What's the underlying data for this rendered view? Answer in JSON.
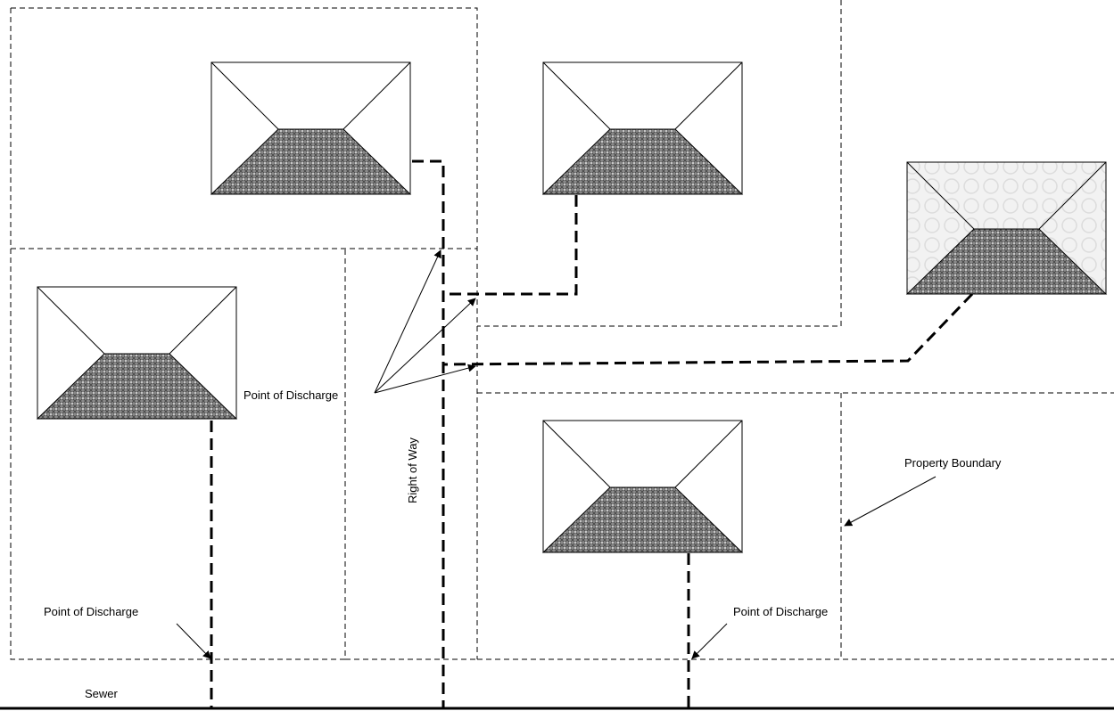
{
  "labels": {
    "discharge_top": "Point of Discharge",
    "discharge_left": "Point of Discharge",
    "discharge_right": "Point of Discharge",
    "right_of_way": "Right of Way",
    "property_boundary": "Property Boundary",
    "sewer": "Sewer"
  },
  "colors": {
    "line": "#000000",
    "roof_fill": "#7a7a7a",
    "background": "#ffffff"
  }
}
